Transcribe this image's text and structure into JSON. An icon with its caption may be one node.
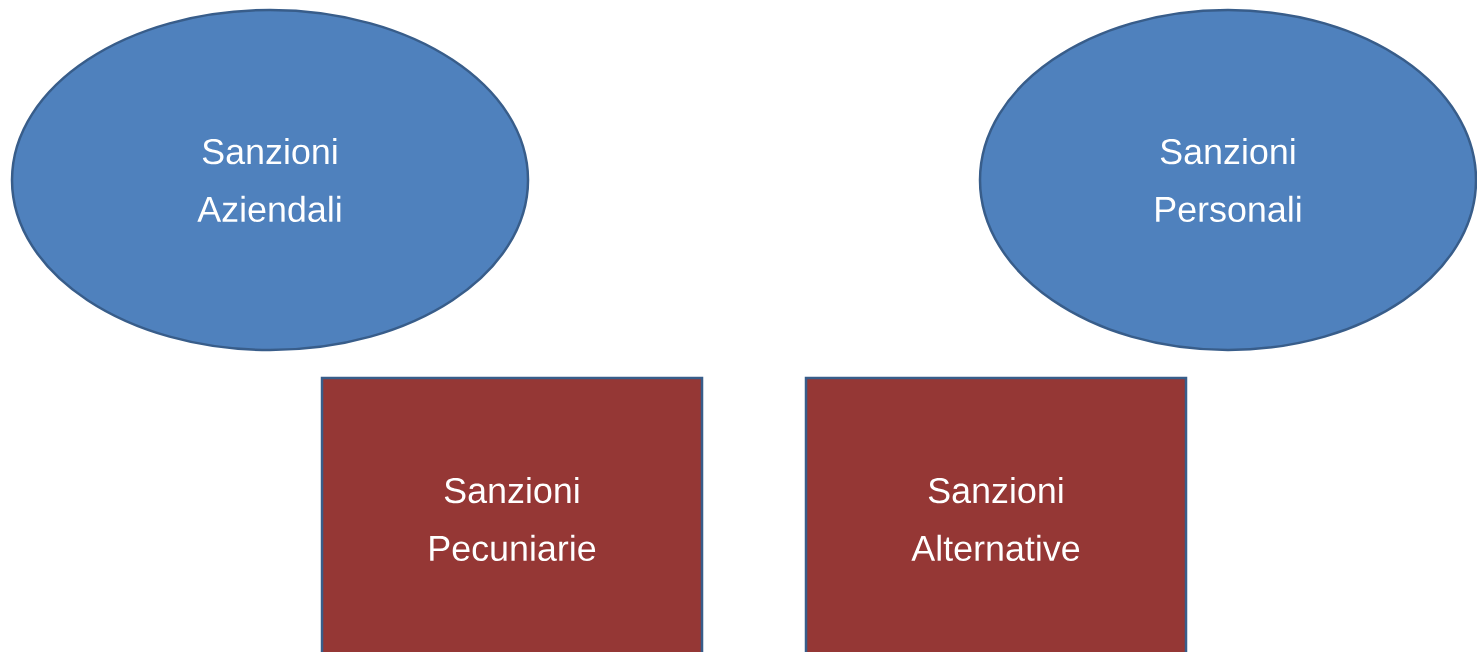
{
  "diagram": {
    "nodes": [
      {
        "text": [
          "Sanzioni Aziendali"
        ]
      },
      {
        "text": [
          "Sanzioni Personali"
        ]
      },
      {
        "text": [
          "Sanzioni Pecuniarie"
        ]
      },
      {
        "text": [
          "Sanzioni Alternative"
        ]
      }
    ]
  }
}
